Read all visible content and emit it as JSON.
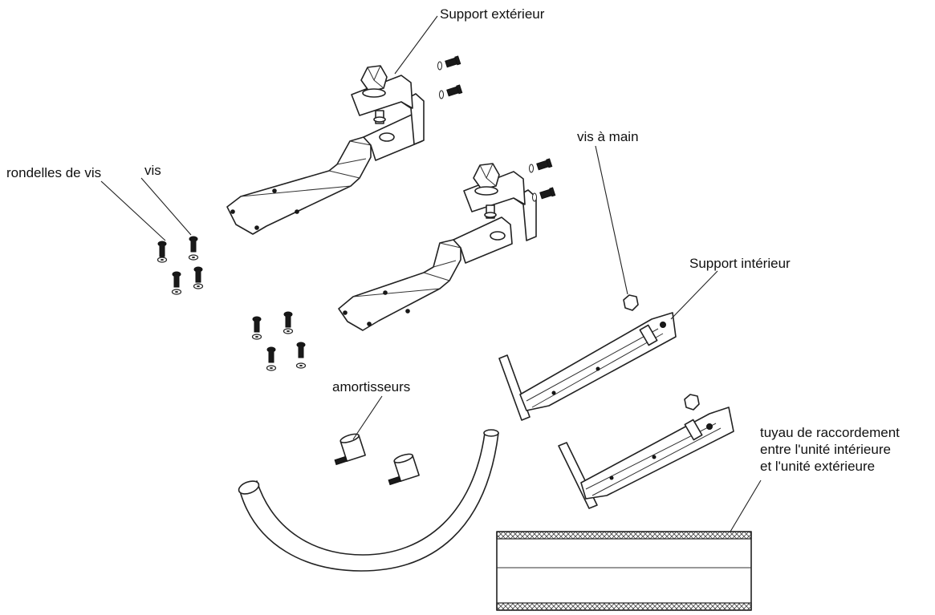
{
  "labels": {
    "support_exterieur": "Support extérieur",
    "vis_a_main": "vis à main",
    "rondelles_de_vis": "rondelles de vis",
    "vis": "vis",
    "support_interieur": "Support intérieur",
    "amortisseurs": "amortisseurs",
    "tuyau_line1": "tuyau de raccordement",
    "tuyau_line2": "entre l'unité intérieure",
    "tuyau_line3": "et l'unité extérieure"
  },
  "icons": {
    "screw": "screw-icon",
    "washer": "washer-icon",
    "knob": "hand-screw-icon",
    "damper": "damper-icon"
  }
}
